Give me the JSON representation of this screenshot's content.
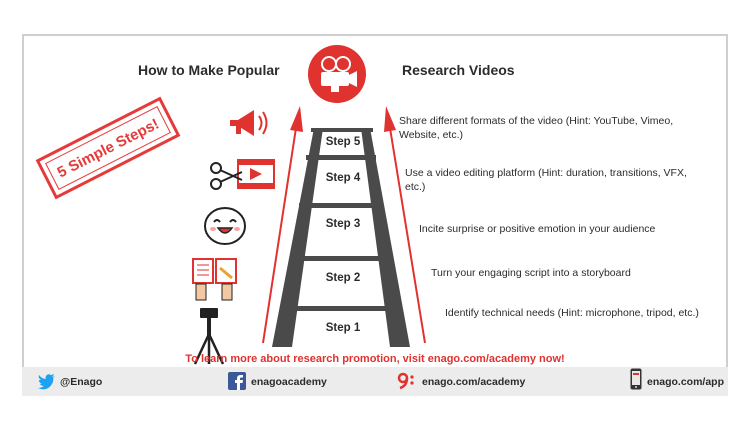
{
  "header": {
    "title_left": "How to Make Popular",
    "title_right": "Research Videos"
  },
  "stamp": {
    "text": "5 Simple Steps!"
  },
  "steps": [
    {
      "label": "Step 1",
      "description": "Identify technical needs (Hint: microphone, tripod, etc.)"
    },
    {
      "label": "Step 2",
      "description": "Turn your engaging script into a storyboard"
    },
    {
      "label": "Step 3",
      "description": "Incite surprise or  positive emotion in your audience"
    },
    {
      "label": "Step 4",
      "description": "Use a video editing platform (Hint: duration, transitions, VFX, etc.)"
    },
    {
      "label": "Step 5",
      "description": "Share different formats of the video (Hint: YouTube, Vimeo, Website, etc.)"
    }
  ],
  "cta": "To learn more about research promotion, visit enago.com/academy now!",
  "footer": {
    "twitter": "@Enago",
    "facebook": "enagoacademy",
    "website": "enago.com/academy",
    "app": "enago.com/app"
  },
  "icons": {
    "header": "film-projector-icon",
    "step1": "tripod-icon",
    "step2": "storyboard-icon",
    "step3": "smiley-icon",
    "step4": "scissors-film-icon",
    "step5": "megaphone-icon"
  },
  "colors": {
    "accent": "#e0322f",
    "ladder": "#4a4a4a",
    "twitter": "#1da1f2",
    "facebook": "#3b5998"
  }
}
